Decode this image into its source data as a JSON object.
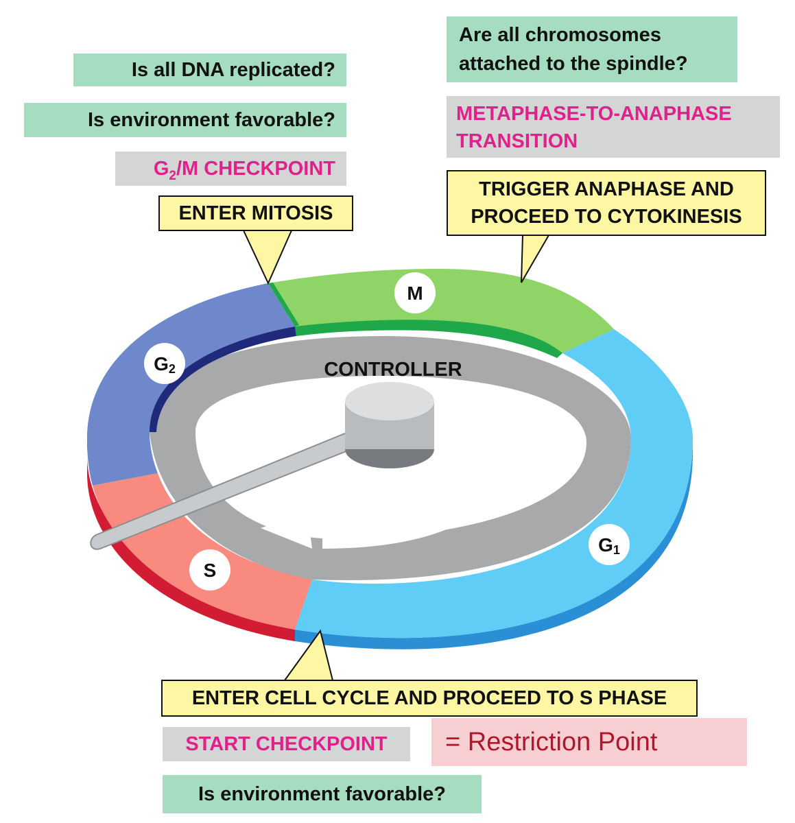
{
  "questions": {
    "dna_replicated": "Is all DNA replicated?",
    "environment_favorable_g2": "Is environment favorable?",
    "chromosomes_line1": "Are all chromosomes",
    "chromosomes_line2": "attached to the spindle?",
    "environment_favorable_start": "Is environment favorable?"
  },
  "checkpoints": {
    "g2m_prefix": "G",
    "g2m_sub": "2",
    "g2m_suffix": "/M CHECKPOINT",
    "metaphase_line1": "METAPHASE-TO-ANAPHASE",
    "metaphase_line2": "TRANSITION",
    "start": "START CHECKPOINT"
  },
  "callouts": {
    "enter_mitosis": "ENTER MITOSIS",
    "trigger_line1": "TRIGGER ANAPHASE AND",
    "trigger_line2": "PROCEED TO CYTOKINESIS",
    "enter_cell_cycle": "ENTER CELL CYCLE AND PROCEED TO S PHASE"
  },
  "restriction_point": "= Restriction Point",
  "wheel": {
    "controller": "CONTROLLER",
    "phase_m": "M",
    "phase_g2_main": "G",
    "phase_g2_sub": "2",
    "phase_s": "S",
    "phase_g1_main": "G",
    "phase_g1_sub": "1"
  },
  "colors": {
    "m_phase": "#8fd466",
    "g1_phase": "#5fcdf5",
    "g2_phase": "#6f88cc",
    "s_phase": "#f98a80",
    "controller_ring": "#a7a9ab",
    "checkpoint_text": "#e0218a",
    "question_box": "#a6dcbf",
    "checkpoint_box": "#d4d6d6",
    "callout_box": "#fdf6a2",
    "restriction_box": "#f7cfd3"
  }
}
